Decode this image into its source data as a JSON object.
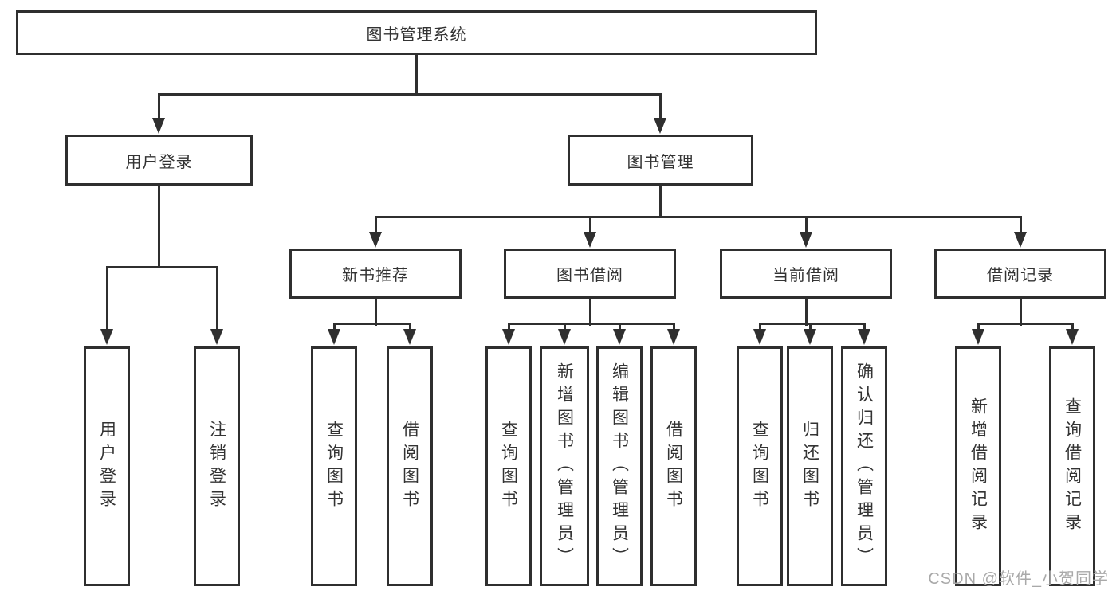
{
  "watermark": "CSDN @软件_小贺同学",
  "colors": {
    "line": "#2f2f2f",
    "box_border": "#2f2f2f",
    "text": "#333333",
    "watermark": "#a9a9a9",
    "background": "#ffffff"
  },
  "nodes": {
    "root": "图书管理系统",
    "user_login": "用户登录",
    "book_mgmt": "图书管理",
    "new_book_rec": "新书推荐",
    "book_borrow": "图书借阅",
    "current_borrow": "当前借阅",
    "borrow_records": "借阅记录",
    "leaf_user_login": "用户登录",
    "leaf_logout": "注销登录",
    "leaf_query_book_1": "查询图书",
    "leaf_borrow_book_1": "借阅图书",
    "leaf_query_book_2": "查询图书",
    "leaf_add_book": "新增图书（管理员）",
    "leaf_edit_book": "编辑图书（管理员）",
    "leaf_borrow_book_2": "借阅图书",
    "leaf_query_book_3": "查询图书",
    "leaf_return_book": "归还图书",
    "leaf_confirm_return": "确认归还（管理员）",
    "leaf_add_borrow_record": "新增借阅记录",
    "leaf_query_borrow_record": "查询借阅记录"
  }
}
